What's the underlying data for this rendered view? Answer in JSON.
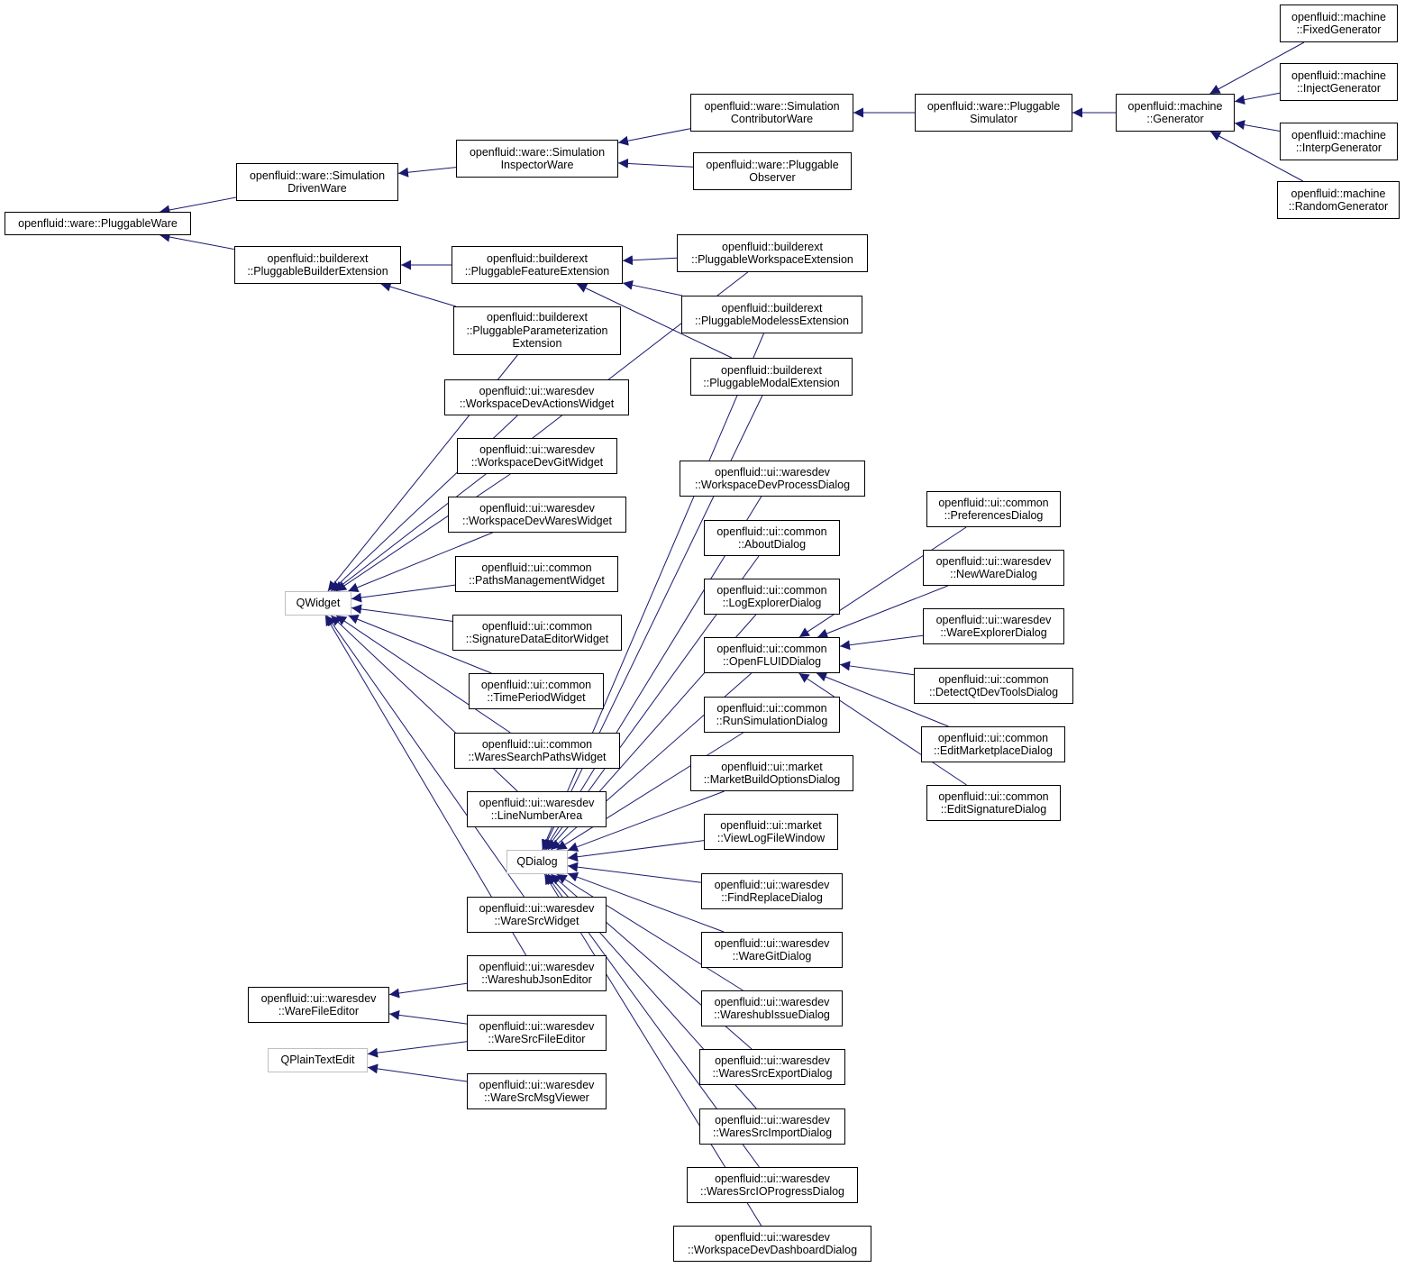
{
  "colors": {
    "edge": "#191970",
    "node_border": "#000000",
    "external_border": "#bfbfbf"
  },
  "nodes": {
    "pluggable_ware": {
      "lines": [
        "openfluid::ware::PluggableWare"
      ]
    },
    "simulation_driven_ware": {
      "lines": [
        "openfluid::ware::Simulation",
        "DrivenWare"
      ]
    },
    "pluggable_builder_extension": {
      "lines": [
        "openfluid::builderext",
        "::PluggableBuilderExtension"
      ]
    },
    "simulation_inspector_ware": {
      "lines": [
        "openfluid::ware::Simulation",
        "InspectorWare"
      ]
    },
    "simulation_contributor_ware": {
      "lines": [
        "openfluid::ware::Simulation",
        "ContributorWare"
      ]
    },
    "pluggable_observer": {
      "lines": [
        "openfluid::ware::Pluggable",
        "Observer"
      ]
    },
    "pluggable_simulator": {
      "lines": [
        "openfluid::ware::Pluggable",
        "Simulator"
      ]
    },
    "machine_generator": {
      "lines": [
        "openfluid::machine",
        "::Generator"
      ]
    },
    "fixed_generator": {
      "lines": [
        "openfluid::machine",
        "::FixedGenerator"
      ]
    },
    "inject_generator": {
      "lines": [
        "openfluid::machine",
        "::InjectGenerator"
      ]
    },
    "interp_generator": {
      "lines": [
        "openfluid::machine",
        "::InterpGenerator"
      ]
    },
    "random_generator": {
      "lines": [
        "openfluid::machine",
        "::RandomGenerator"
      ]
    },
    "pluggable_feature_extension": {
      "lines": [
        "openfluid::builderext",
        "::PluggableFeatureExtension"
      ]
    },
    "pluggable_workspace_extension": {
      "lines": [
        "openfluid::builderext",
        "::PluggableWorkspaceExtension"
      ]
    },
    "pluggable_modeless_extension": {
      "lines": [
        "openfluid::builderext",
        "::PluggableModelessExtension"
      ]
    },
    "pluggable_modal_extension": {
      "lines": [
        "openfluid::builderext",
        "::PluggableModalExtension"
      ]
    },
    "pluggable_parameterization_extension": {
      "lines": [
        "openfluid::builderext",
        "::PluggableParameterization",
        "Extension"
      ]
    },
    "workspace_dev_actions_widget": {
      "lines": [
        "openfluid::ui::waresdev",
        "::WorkspaceDevActionsWidget"
      ]
    },
    "workspace_dev_git_widget": {
      "lines": [
        "openfluid::ui::waresdev",
        "::WorkspaceDevGitWidget"
      ]
    },
    "workspace_dev_wares_widget": {
      "lines": [
        "openfluid::ui::waresdev",
        "::WorkspaceDevWaresWidget"
      ]
    },
    "paths_management_widget": {
      "lines": [
        "openfluid::ui::common",
        "::PathsManagementWidget"
      ]
    },
    "signature_data_editor_widget": {
      "lines": [
        "openfluid::ui::common",
        "::SignatureDataEditorWidget"
      ]
    },
    "time_period_widget": {
      "lines": [
        "openfluid::ui::common",
        "::TimePeriodWidget"
      ]
    },
    "wares_search_paths_widget": {
      "lines": [
        "openfluid::ui::common",
        "::WaresSearchPathsWidget"
      ]
    },
    "line_number_area": {
      "lines": [
        "openfluid::ui::waresdev",
        "::LineNumberArea"
      ]
    },
    "ware_src_widget": {
      "lines": [
        "openfluid::ui::waresdev",
        "::WareSrcWidget"
      ]
    },
    "wareshub_json_editor": {
      "lines": [
        "openfluid::ui::waresdev",
        "::WareshubJsonEditor"
      ]
    },
    "ware_file_editor": {
      "lines": [
        "openfluid::ui::waresdev",
        "::WareFileEditor"
      ]
    },
    "ware_src_file_editor": {
      "lines": [
        "openfluid::ui::waresdev",
        "::WareSrcFileEditor"
      ]
    },
    "ware_src_msg_viewer": {
      "lines": [
        "openfluid::ui::waresdev",
        "::WareSrcMsgViewer"
      ]
    },
    "qwidget": {
      "lines": [
        "QWidget"
      ]
    },
    "qdialog": {
      "lines": [
        "QDialog"
      ]
    },
    "qplaintextedit": {
      "lines": [
        "QPlainTextEdit"
      ]
    },
    "workspace_dev_process_dialog": {
      "lines": [
        "openfluid::ui::waresdev",
        "::WorkspaceDevProcessDialog"
      ]
    },
    "about_dialog": {
      "lines": [
        "openfluid::ui::common",
        "::AboutDialog"
      ]
    },
    "log_explorer_dialog": {
      "lines": [
        "openfluid::ui::common",
        "::LogExplorerDialog"
      ]
    },
    "openfluid_dialog": {
      "lines": [
        "openfluid::ui::common",
        "::OpenFLUIDDialog"
      ]
    },
    "run_simulation_dialog": {
      "lines": [
        "openfluid::ui::common",
        "::RunSimulationDialog"
      ]
    },
    "market_build_options_dialog": {
      "lines": [
        "openfluid::ui::market",
        "::MarketBuildOptionsDialog"
      ]
    },
    "view_log_file_window": {
      "lines": [
        "openfluid::ui::market",
        "::ViewLogFileWindow"
      ]
    },
    "find_replace_dialog": {
      "lines": [
        "openfluid::ui::waresdev",
        "::FindReplaceDialog"
      ]
    },
    "ware_git_dialog": {
      "lines": [
        "openfluid::ui::waresdev",
        "::WareGitDialog"
      ]
    },
    "wareshub_issue_dialog": {
      "lines": [
        "openfluid::ui::waresdev",
        "::WareshubIssueDialog"
      ]
    },
    "wares_src_export_dialog": {
      "lines": [
        "openfluid::ui::waresdev",
        "::WaresSrcExportDialog"
      ]
    },
    "wares_src_import_dialog": {
      "lines": [
        "openfluid::ui::waresdev",
        "::WaresSrcImportDialog"
      ]
    },
    "wares_src_io_progress_dialog": {
      "lines": [
        "openfluid::ui::waresdev",
        "::WaresSrcIOProgressDialog"
      ]
    },
    "workspace_dev_dashboard_dialog": {
      "lines": [
        "openfluid::ui::waresdev",
        "::WorkspaceDevDashboardDialog"
      ]
    },
    "preferences_dialog": {
      "lines": [
        "openfluid::ui::common",
        "::PreferencesDialog"
      ]
    },
    "new_ware_dialog": {
      "lines": [
        "openfluid::ui::waresdev",
        "::NewWareDialog"
      ]
    },
    "ware_explorer_dialog": {
      "lines": [
        "openfluid::ui::waresdev",
        "::WareExplorerDialog"
      ]
    },
    "detect_qt_dev_tools_dialog": {
      "lines": [
        "openfluid::ui::common",
        "::DetectQtDevToolsDialog"
      ]
    },
    "edit_marketplace_dialog": {
      "lines": [
        "openfluid::ui::common",
        "::EditMarketplaceDialog"
      ]
    },
    "edit_signature_dialog": {
      "lines": [
        "openfluid::ui::common",
        "::EditSignatureDialog"
      ]
    }
  },
  "edges": [
    [
      "simulation_driven_ware",
      "pluggable_ware"
    ],
    [
      "pluggable_builder_extension",
      "pluggable_ware"
    ],
    [
      "simulation_inspector_ware",
      "simulation_driven_ware"
    ],
    [
      "simulation_contributor_ware",
      "simulation_inspector_ware"
    ],
    [
      "pluggable_observer",
      "simulation_inspector_ware"
    ],
    [
      "pluggable_simulator",
      "simulation_contributor_ware"
    ],
    [
      "machine_generator",
      "pluggable_simulator"
    ],
    [
      "fixed_generator",
      "machine_generator"
    ],
    [
      "inject_generator",
      "machine_generator"
    ],
    [
      "interp_generator",
      "machine_generator"
    ],
    [
      "random_generator",
      "machine_generator"
    ],
    [
      "pluggable_feature_extension",
      "pluggable_builder_extension"
    ],
    [
      "pluggable_parameterization_extension",
      "pluggable_builder_extension"
    ],
    [
      "pluggable_workspace_extension",
      "pluggable_feature_extension"
    ],
    [
      "pluggable_modeless_extension",
      "pluggable_feature_extension"
    ],
    [
      "pluggable_modal_extension",
      "pluggable_feature_extension"
    ],
    [
      "pluggable_workspace_extension",
      "qwidget"
    ],
    [
      "pluggable_parameterization_extension",
      "qwidget"
    ],
    [
      "workspace_dev_actions_widget",
      "qwidget"
    ],
    [
      "workspace_dev_git_widget",
      "qwidget"
    ],
    [
      "workspace_dev_wares_widget",
      "qwidget"
    ],
    [
      "paths_management_widget",
      "qwidget"
    ],
    [
      "signature_data_editor_widget",
      "qwidget"
    ],
    [
      "time_period_widget",
      "qwidget"
    ],
    [
      "wares_search_paths_widget",
      "qwidget"
    ],
    [
      "line_number_area",
      "qwidget"
    ],
    [
      "ware_src_widget",
      "qwidget"
    ],
    [
      "wareshub_json_editor",
      "qwidget"
    ],
    [
      "wareshub_json_editor",
      "ware_file_editor"
    ],
    [
      "ware_src_file_editor",
      "ware_file_editor"
    ],
    [
      "ware_src_file_editor",
      "qplaintextedit"
    ],
    [
      "ware_src_msg_viewer",
      "qplaintextedit"
    ],
    [
      "pluggable_modeless_extension",
      "qdialog"
    ],
    [
      "pluggable_modal_extension",
      "qdialog"
    ],
    [
      "workspace_dev_process_dialog",
      "qdialog"
    ],
    [
      "about_dialog",
      "qdialog"
    ],
    [
      "log_explorer_dialog",
      "qdialog"
    ],
    [
      "openfluid_dialog",
      "qdialog"
    ],
    [
      "run_simulation_dialog",
      "qdialog"
    ],
    [
      "market_build_options_dialog",
      "qdialog"
    ],
    [
      "view_log_file_window",
      "qdialog"
    ],
    [
      "find_replace_dialog",
      "qdialog"
    ],
    [
      "ware_git_dialog",
      "qdialog"
    ],
    [
      "wareshub_issue_dialog",
      "qdialog"
    ],
    [
      "wares_src_export_dialog",
      "qdialog"
    ],
    [
      "wares_src_import_dialog",
      "qdialog"
    ],
    [
      "wares_src_io_progress_dialog",
      "qdialog"
    ],
    [
      "workspace_dev_dashboard_dialog",
      "qdialog"
    ],
    [
      "preferences_dialog",
      "openfluid_dialog"
    ],
    [
      "new_ware_dialog",
      "openfluid_dialog"
    ],
    [
      "ware_explorer_dialog",
      "openfluid_dialog"
    ],
    [
      "detect_qt_dev_tools_dialog",
      "openfluid_dialog"
    ],
    [
      "edit_marketplace_dialog",
      "openfluid_dialog"
    ],
    [
      "edit_signature_dialog",
      "openfluid_dialog"
    ]
  ]
}
